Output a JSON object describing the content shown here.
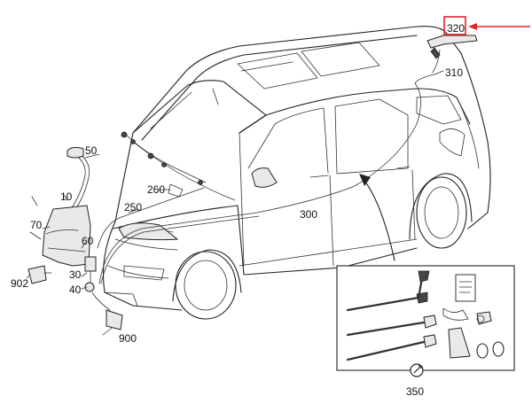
{
  "labels": {
    "p10": "10",
    "p30": "30",
    "p40": "40",
    "p50": "50",
    "p60": "60",
    "p70": "70",
    "p250": "250",
    "p260": "260",
    "p300": "300",
    "p310": "310",
    "p320": "320",
    "p350": "350",
    "p900": "900",
    "p902": "902"
  },
  "colors": {
    "highlight": "#e0232b",
    "line": "#222222",
    "background": "#ffffff"
  },
  "icons": {
    "kit_symbol": "wrench-icon",
    "highlight_arrow": "arrow-left-icon"
  }
}
